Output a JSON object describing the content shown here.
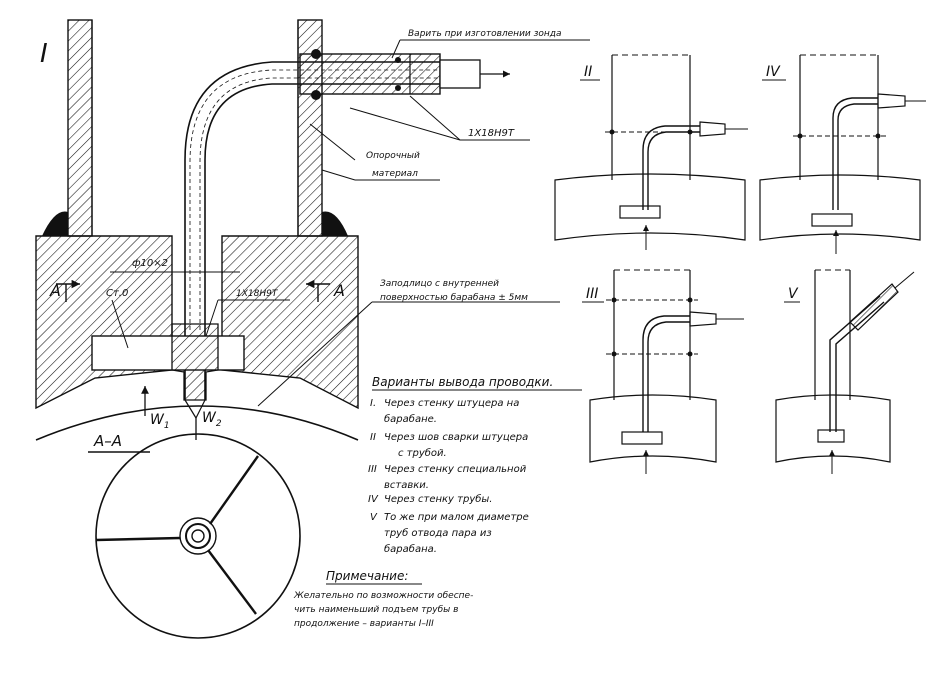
{
  "main_view": {
    "roman": "I",
    "callout_top": "Варить при изготовлении зонда",
    "steel_label": "1Х18Н9Т",
    "filler_label_1": "Опорочный",
    "filler_label_2": "материал",
    "pipe_dim": "ф10×2",
    "plug_label": "Ст.0",
    "fitting_steel": "1Х18Н9Т",
    "weld_note_1": "Заподлицо с внутренней",
    "weld_note_2": "поверхностью барабана ± 5мм",
    "section_mark_left": "A",
    "section_mark_right": "A",
    "flow_1": "W",
    "flow_1_sub": "1",
    "flow_2": "W",
    "flow_2_sub": "2"
  },
  "section_view": {
    "title": "A–A"
  },
  "variants": {
    "heading": "Варианты вывода проводки.",
    "items": [
      {
        "num": "I.",
        "text_1": "Через стенку штуцера на",
        "text_2": "барабане."
      },
      {
        "num": "II",
        "text_1": "Через шов сварки штуцера",
        "text_2": "с трубой."
      },
      {
        "num": "III",
        "text_1": "Через стенку специальной",
        "text_2": "вставки."
      },
      {
        "num": "IV",
        "text_1": "Через стенку трубы.",
        "text_2": ""
      },
      {
        "num": "V",
        "text_1": "То же при малом диаметре",
        "text_2": "труб отвода пара из",
        "text_3": "барабана."
      }
    ]
  },
  "note": {
    "heading": "Примечание:",
    "line_1": "Желательно по возможности обеспе-",
    "line_2": "чить наименьший подъем трубы в",
    "line_3": "продолжение – варианты I–III"
  },
  "variant_views": [
    {
      "label": "II"
    },
    {
      "label": "IV"
    },
    {
      "label": "III"
    },
    {
      "label": "V"
    }
  ]
}
